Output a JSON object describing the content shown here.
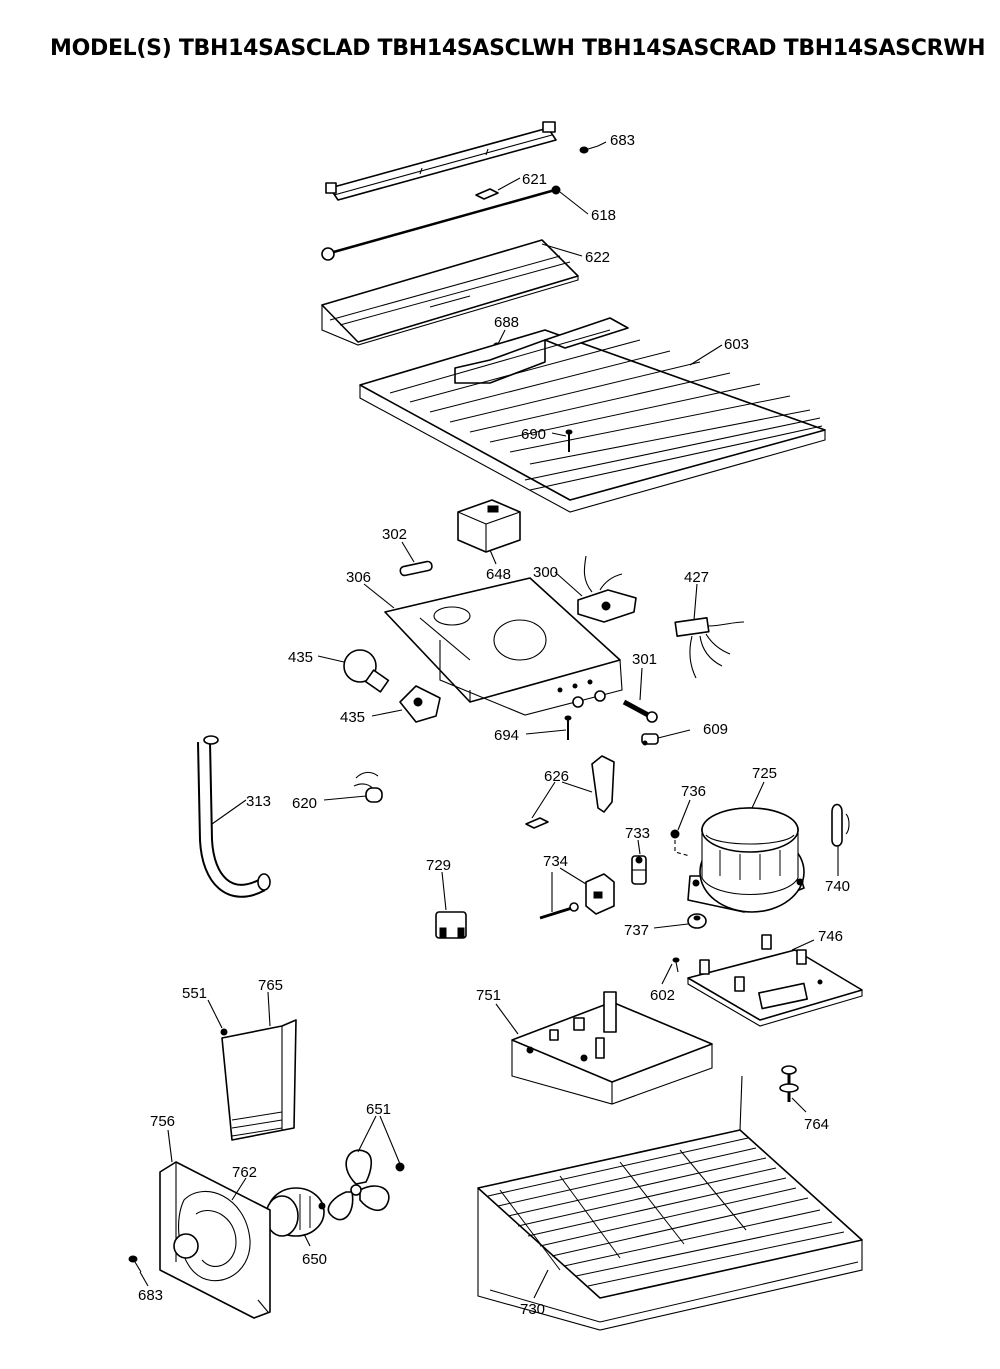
{
  "title": "MODEL(S) TBH14SASCLAD TBH14SASCLWH TBH14SASCRAD TBH14SASCRWH",
  "callouts": {
    "c683a": "683",
    "c621": "621",
    "c618": "618",
    "c622": "622",
    "c688": "688",
    "c603": "603",
    "c690": "690",
    "c302": "302",
    "c648": "648",
    "c300": "300",
    "c427": "427",
    "c306": "306",
    "c435a": "435",
    "c435b": "435",
    "c301": "301",
    "c694": "694",
    "c609": "609",
    "c313": "313",
    "c620": "620",
    "c626": "626",
    "c736": "736",
    "c725": "725",
    "c733": "733",
    "c740": "740",
    "c734": "734",
    "c729": "729",
    "c737": "737",
    "c602": "602",
    "c746": "746",
    "c551": "551",
    "c765": "765",
    "c751": "751",
    "c764": "764",
    "c651": "651",
    "c756": "756",
    "c762": "762",
    "c650": "650",
    "c683b": "683",
    "c730": "730"
  }
}
